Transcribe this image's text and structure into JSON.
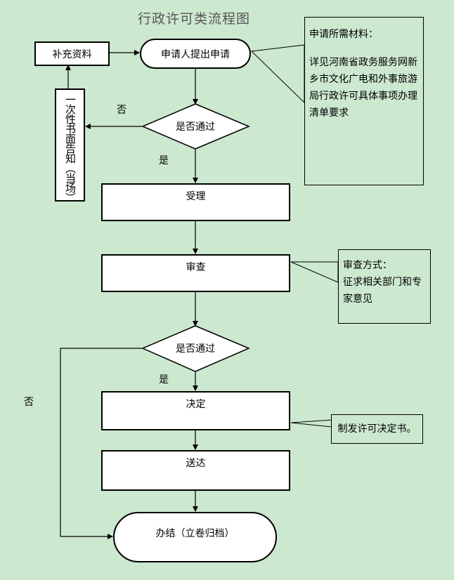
{
  "title": "行政许可类流程图",
  "nodes": {
    "supplement": "补充资料",
    "apply": "申请人提出申请",
    "decision1": "是否通过",
    "notify_once": "一次性书面告知（当场）",
    "accept": "受理",
    "review": "审查",
    "decision2": "是否通过",
    "decide": "决定",
    "deliver": "送达",
    "complete": "办结（立卷归档）"
  },
  "edge_labels": {
    "no1": "否",
    "yes1": "是",
    "yes2": "是",
    "no2": "否"
  },
  "notes": {
    "materials": {
      "title": "申请所需材料：",
      "body": "详见河南省政务服务网新乡市文化广电和外事旅游局行政许可具体事项办理清单要求"
    },
    "review_method": {
      "title": "审查方式：",
      "body": "征求相关部门和专家意见"
    },
    "decision_doc": "制发许可决定书。"
  }
}
